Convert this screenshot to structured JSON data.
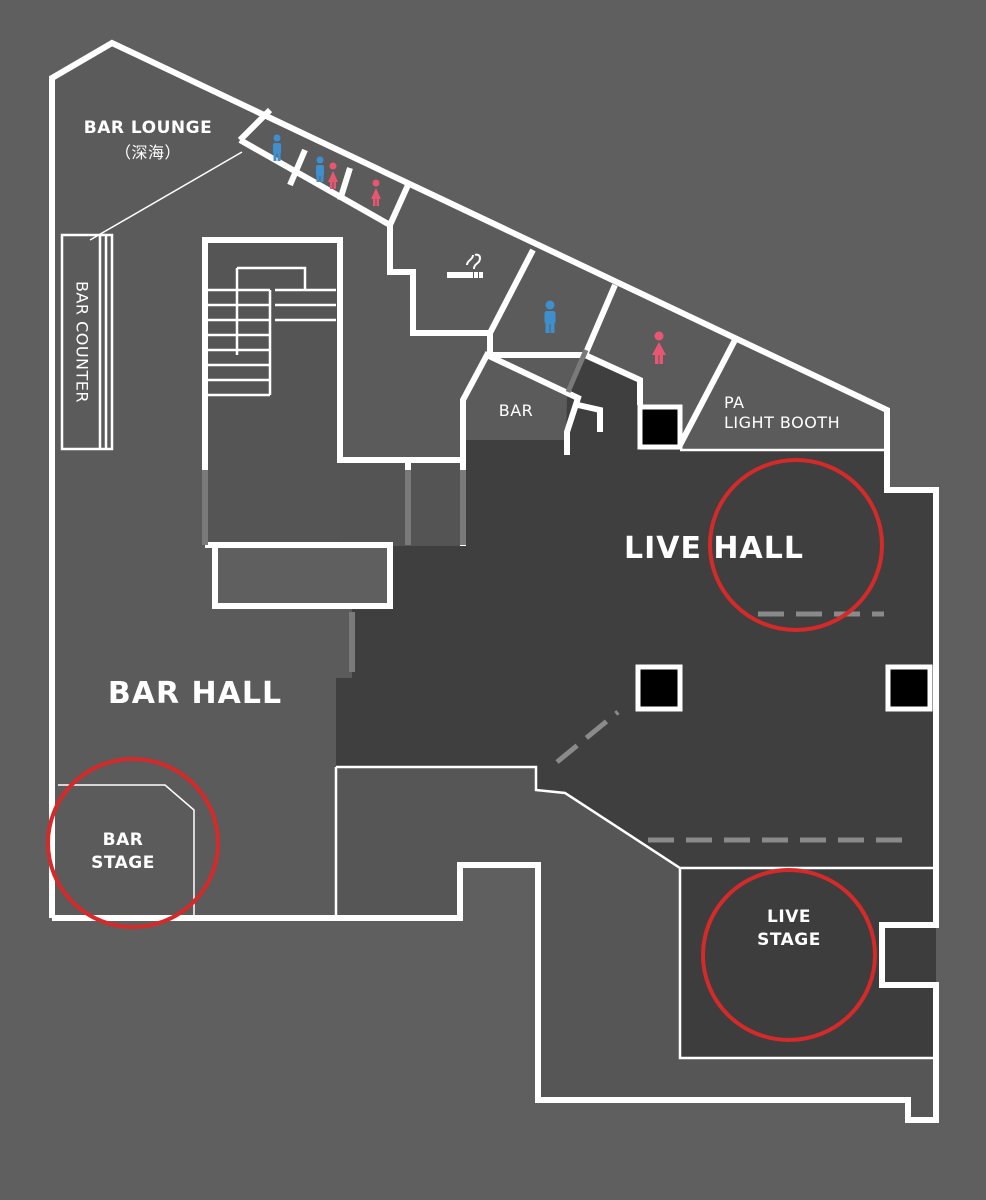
{
  "labels": {
    "bar_lounge": "BAR LOUNGE",
    "bar_lounge_sub": "（深海）",
    "bar_counter": "BAR COUNTER",
    "bar": "BAR",
    "pa": "PA",
    "light_booth": "LIGHT BOOTH",
    "live_hall": "LIVE HALL",
    "bar_hall": "BAR HALL",
    "bar_stage_1": "BAR",
    "bar_stage_2": "STAGE",
    "live_stage_1": "LIVE",
    "live_stage_2": "STAGE"
  },
  "icons": {
    "restroom_male_1": "male-restroom-icon",
    "restroom_unisex": "unisex-restroom-icon",
    "restroom_female_1": "female-restroom-icon",
    "smoking": "smoking-area-icon",
    "restroom_male_2": "male-restroom-icon",
    "restroom_female_2": "female-restroom-icon"
  },
  "colors": {
    "background": "#5f5f5f",
    "floor_light": "#5b5b5b",
    "floor_dark": "#3f3f3f",
    "floor_mid": "#4c4c4c",
    "wall": "#ffffff",
    "highlight_ring": "#d42a2a",
    "male_icon": "#3f8fce",
    "female_icon": "#e95672",
    "pillar": "#000000"
  }
}
